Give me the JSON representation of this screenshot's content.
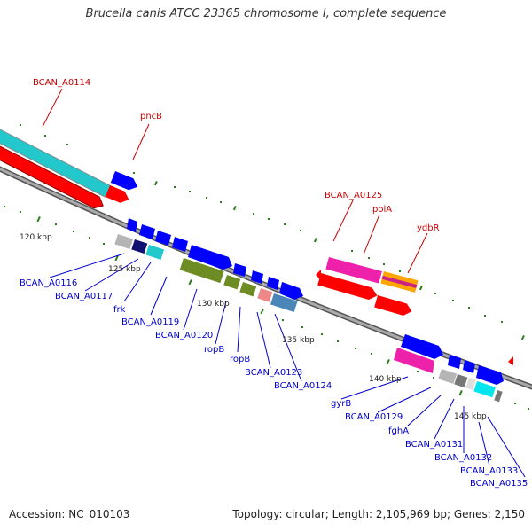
{
  "title": "Brucella canis ATCC 23365 chromosome I, complete sequence",
  "footer": {
    "accession": "Accession: NC_010103",
    "summary": "Topology: circular; Length: 2,105,969 bp; Genes: 2,150"
  },
  "colors": {
    "backbone": "#888888",
    "tick": "#2e7d20",
    "label_upper": "#cc0000",
    "label_lower": "#0000cc",
    "gene_red": "#ff0000",
    "gene_blue": "#0000ff",
    "gene_cyan": "#22c8cc",
    "gene_magenta": "#ee22aa",
    "gene_olive": "#6e8c24",
    "gene_gray": "#b5b5b5",
    "gene_darkgray": "#777777",
    "gene_navy": "#101070",
    "gene_pink": "#ee8888",
    "gene_steel": "#4a86b8"
  },
  "kbp_labels": [
    "120 kbp",
    "125 kbp",
    "130 kbp",
    "135 kbp",
    "140 kbp",
    "145 kbp"
  ],
  "upper_gene_labels": [
    "BCAN_A0114",
    "pncB",
    "BCAN_A0125",
    "polA",
    "ydbR"
  ],
  "lower_gene_labels": [
    "BCAN_A0116",
    "BCAN_A0117",
    "frk",
    "BCAN_A0119",
    "BCAN_A0120",
    "ropB",
    "ropB",
    "BCAN_A0123",
    "BCAN_A0124",
    "gyrB",
    "BCAN_A0129",
    "fghA",
    "BCAN_A0131",
    "BCAN_A0132",
    "BCAN_A0133",
    "BCAN_A0135"
  ]
}
